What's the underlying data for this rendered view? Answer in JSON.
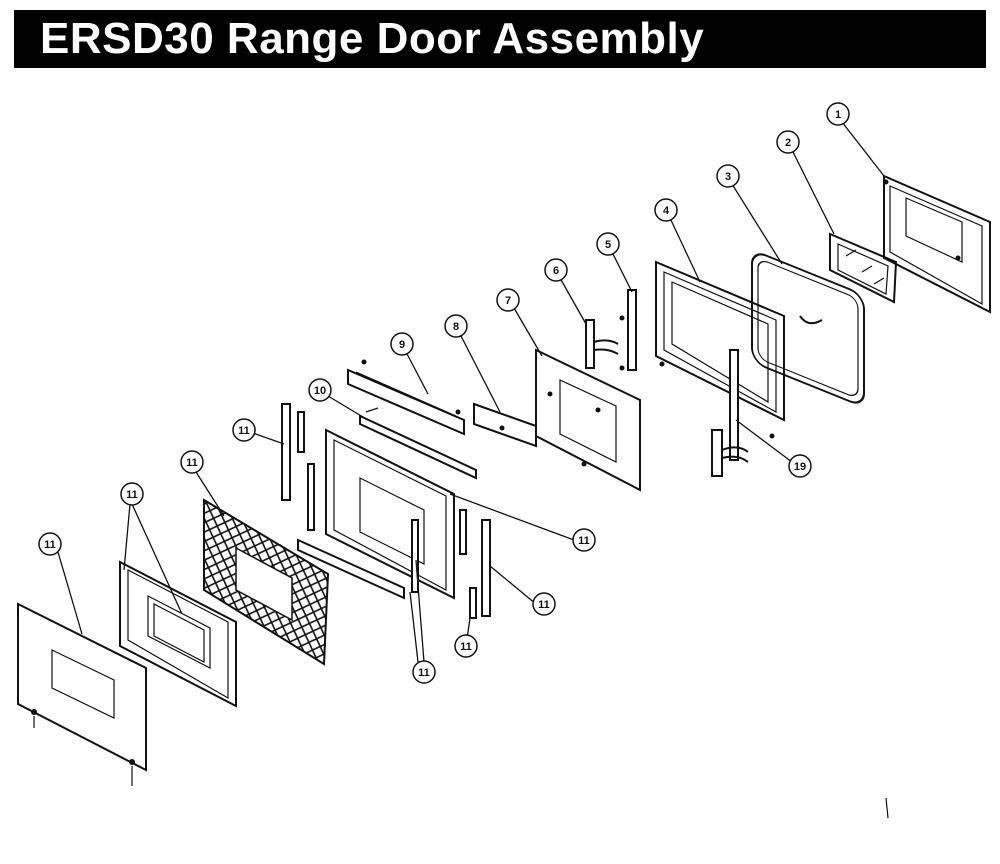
{
  "title": "ERSD30 Range Door Assembly",
  "callouts": [
    {
      "id": "c1",
      "label": "1"
    },
    {
      "id": "c2",
      "label": "2"
    },
    {
      "id": "c3",
      "label": "3"
    },
    {
      "id": "c4",
      "label": "4"
    },
    {
      "id": "c5",
      "label": "5"
    },
    {
      "id": "c6",
      "label": "6"
    },
    {
      "id": "c7",
      "label": "7"
    },
    {
      "id": "c8",
      "label": "8"
    },
    {
      "id": "c9",
      "label": "9"
    },
    {
      "id": "c10",
      "label": "10"
    },
    {
      "id": "c19",
      "label": "19"
    },
    {
      "id": "c11a",
      "label": "11"
    },
    {
      "id": "c11b",
      "label": "11"
    },
    {
      "id": "c11c",
      "label": "11"
    },
    {
      "id": "c11d",
      "label": "11"
    },
    {
      "id": "c11e",
      "label": "11"
    },
    {
      "id": "c11f",
      "label": "11"
    },
    {
      "id": "c11g",
      "label": "11"
    },
    {
      "id": "c11h",
      "label": "11"
    }
  ]
}
